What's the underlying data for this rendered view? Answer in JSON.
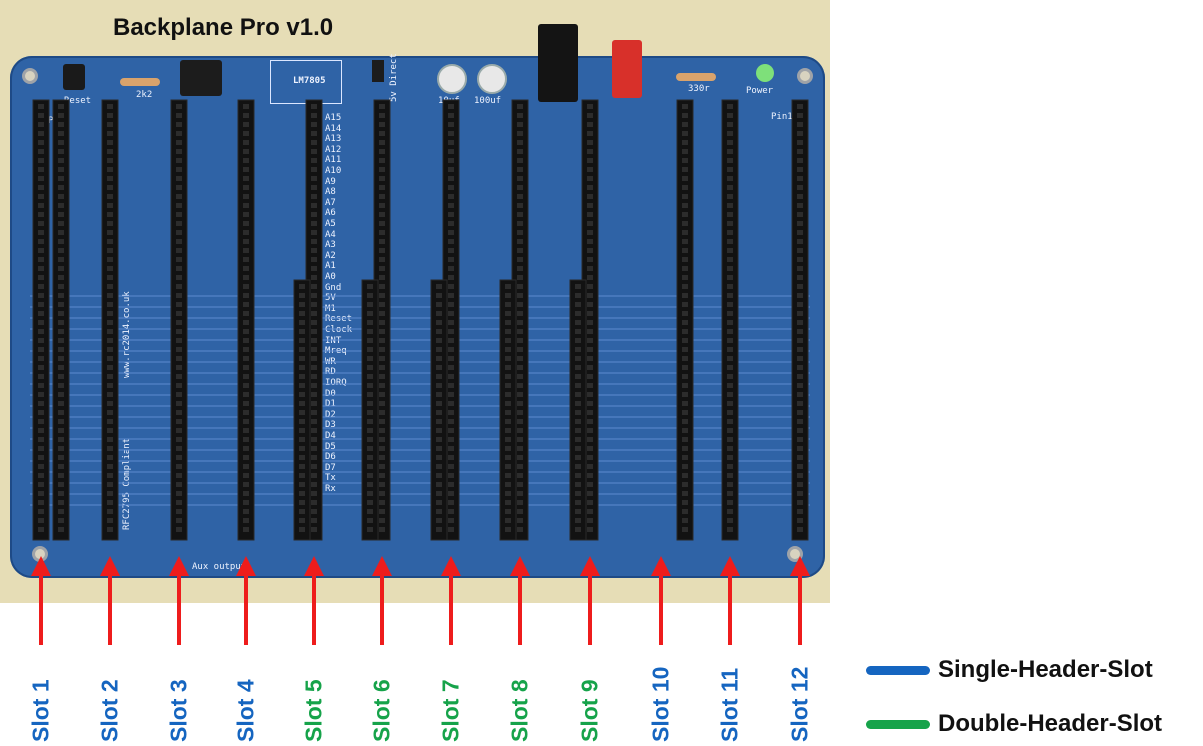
{
  "board": {
    "title": "Backplane Pro v1.0",
    "regulator_label": "LM7805",
    "reset_label": "Reset",
    "resistor_label": "2k2",
    "resistor2_label": "330r",
    "power_label": "Power",
    "direct_label": "5v Direct",
    "cap1_label": "10uf",
    "cap2_label": "100uf",
    "aux_label": "Aux output",
    "compliance_label": "RFC2795 Compliant",
    "website_label": "www.rc2014.co.uk",
    "pin1_label": "Pin1"
  },
  "slots": [
    {
      "label": "Slot 1",
      "type": "single"
    },
    {
      "label": "Slot 2",
      "type": "single"
    },
    {
      "label": "Slot 3",
      "type": "single"
    },
    {
      "label": "Slot 4",
      "type": "single"
    },
    {
      "label": "Slot 5",
      "type": "double"
    },
    {
      "label": "Slot 6",
      "type": "double"
    },
    {
      "label": "Slot 7",
      "type": "double"
    },
    {
      "label": "Slot 8",
      "type": "double"
    },
    {
      "label": "Slot 9",
      "type": "double"
    },
    {
      "label": "Slot 10",
      "type": "single"
    },
    {
      "label": "Slot 11",
      "type": "single"
    },
    {
      "label": "Slot 12",
      "type": "single"
    }
  ],
  "legend": {
    "single": {
      "label": "Single-Header-Slot",
      "color": "#1565c0"
    },
    "double": {
      "label": "Double-Header-Slot",
      "color": "#16a34a"
    }
  },
  "arrow_color": "#ee1c1c",
  "pin_labels_left": [
    "A15",
    "A14",
    "A13",
    "A12",
    "A11",
    "A10",
    "A9",
    "A8",
    "A7",
    "A6",
    "A5",
    "A4",
    "A3",
    "A2",
    "A1",
    "A0",
    "Gnd",
    "5V",
    "M1",
    "Reset",
    "Clock",
    "INT",
    "Mreq",
    "WR",
    "RD",
    "IORQ",
    "D0",
    "D1",
    "D2",
    "D3",
    "D4",
    "D5",
    "D6",
    "D7",
    "Tx",
    "Rx"
  ]
}
